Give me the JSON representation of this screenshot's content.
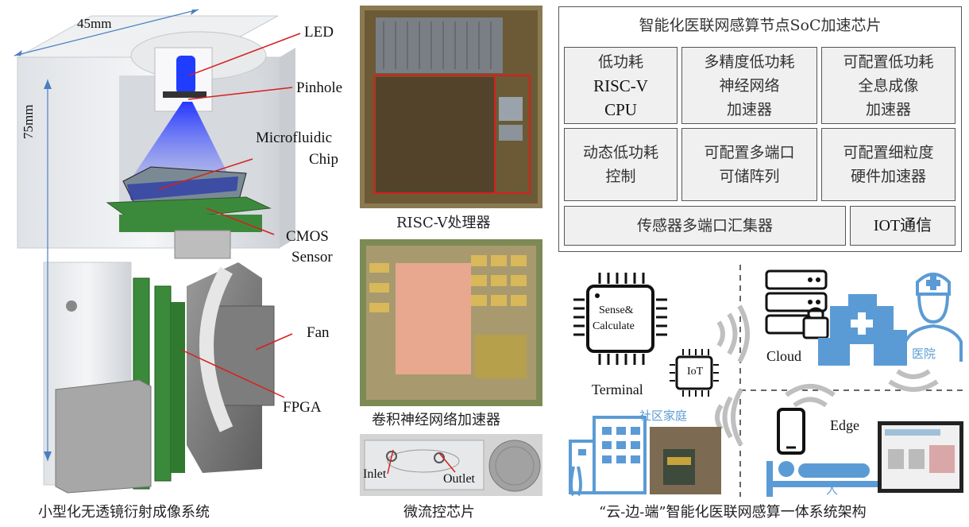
{
  "device": {
    "width_label": "45mm",
    "height_label": "75mm",
    "labels": {
      "led": "LED",
      "pinhole": "Pinhole",
      "microfluidic_1": "Microfluidic",
      "microfluidic_2": "Chip",
      "cmos_1": "CMOS",
      "cmos_2": "Sensor",
      "fan": "Fan",
      "fpga": "FPGA"
    },
    "caption": "小型化无透镜衍射成像系统"
  },
  "chips": {
    "riscv_caption": "RISC-V处理器",
    "cnn_caption": "卷积神经网络加速器",
    "microfluidic": {
      "inlet": "Inlet",
      "outlet": "Outlet",
      "caption": "微流控芯片"
    }
  },
  "soc": {
    "title": "智能化医联网感算节点SoC加速芯片",
    "row1": [
      {
        "lines": [
          "低功耗",
          "RISC-V",
          "CPU"
        ]
      },
      {
        "lines": [
          "多精度低功耗",
          "神经网络",
          "加速器"
        ]
      },
      {
        "lines": [
          "可配置低功耗",
          "全息成像",
          "加速器"
        ]
      }
    ],
    "row2": [
      {
        "lines": [
          "动态低功耗",
          "控制"
        ]
      },
      {
        "lines": [
          "可配置多端口",
          "可储阵列"
        ]
      },
      {
        "lines": [
          "可配置细粒度",
          "硬件加速器"
        ]
      }
    ],
    "row3": {
      "collector": "传感器多端口汇集器",
      "iot": "IOT通信"
    }
  },
  "arch": {
    "sense_1": "Sense&",
    "sense_2": "Calculate",
    "iot_chip": "IoT",
    "terminal": "Terminal",
    "cloud": "Cloud",
    "hospital": "医院",
    "community": "社区家庭",
    "edge": "Edge",
    "person": "人",
    "caption": "“云-边-端”智能化医联网感算一体系统架构"
  },
  "colors": {
    "arch_blue": "#5b9bd5",
    "red_leader": "#d62020",
    "pcb_green": "#3b8a3b"
  }
}
